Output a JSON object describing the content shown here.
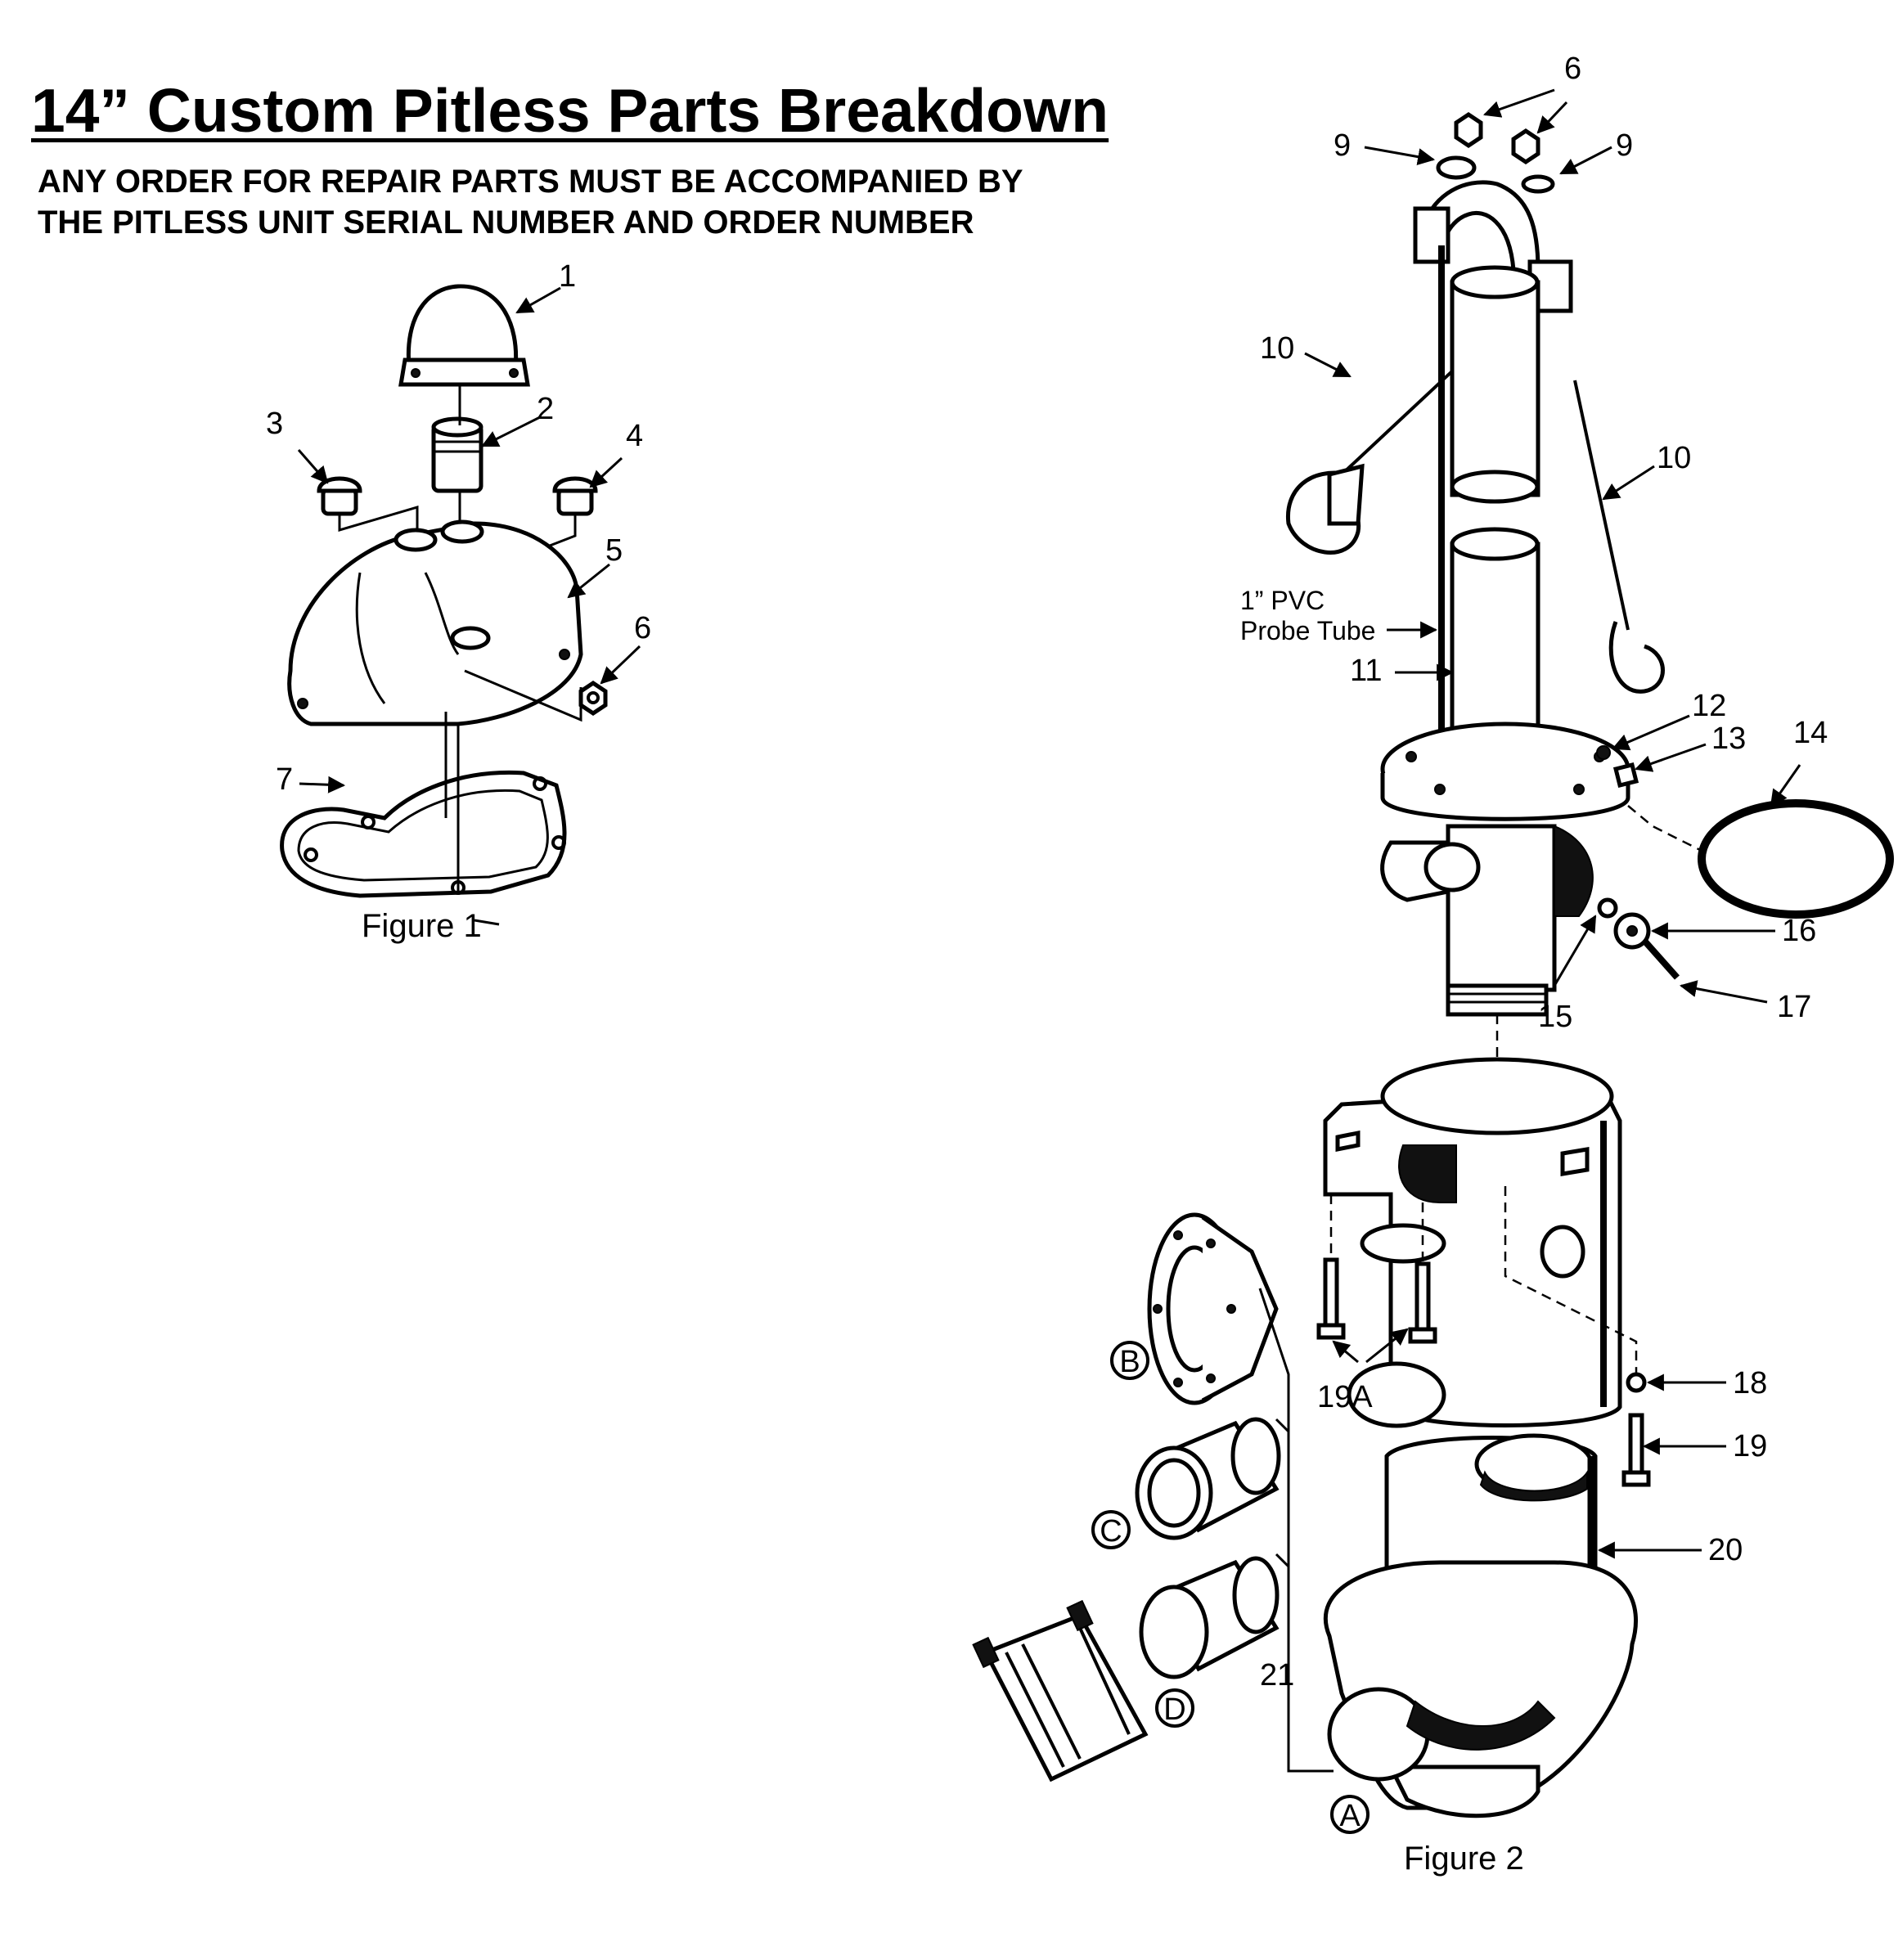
{
  "title": "14” Custom Pitless Parts Breakdown",
  "notice": {
    "line1": "ANY ORDER FOR REPAIR PARTS MUST BE ACCOMPANIED BY",
    "line2": "THE PITLESS UNIT SERIAL NUMBER AND ORDER NUMBER"
  },
  "figure1": {
    "caption": "Figure 1",
    "callouts": [
      "1",
      "2",
      "3",
      "4",
      "5",
      "6",
      "7"
    ]
  },
  "figure2": {
    "caption": "Figure 2",
    "callouts": [
      "6",
      "9",
      "9",
      "10",
      "10",
      "11",
      "12",
      "13",
      "14",
      "15",
      "16",
      "17",
      "18",
      "19",
      "19A",
      "20",
      "21"
    ],
    "probe_label_line1": "1” PVC",
    "probe_label_line2": "Probe Tube",
    "letters": [
      "A",
      "B",
      "C",
      "D"
    ]
  }
}
